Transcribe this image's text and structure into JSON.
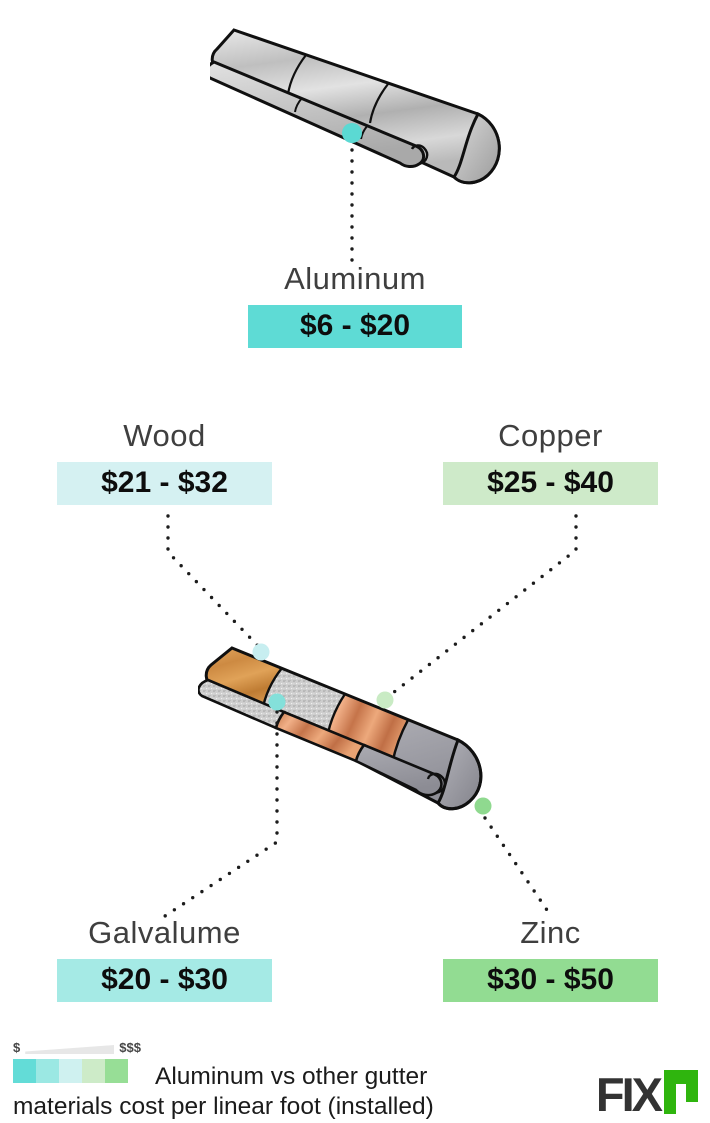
{
  "materials": [
    {
      "id": "aluminum",
      "name": "Aluminum",
      "range": "$6 - $20",
      "color": "#5EDBD5",
      "dot_color": "#5BD9D3"
    },
    {
      "id": "wood",
      "name": "Wood",
      "range": "$21 - $32",
      "color": "#D5F1F2",
      "dot_color": "#C7EEF0"
    },
    {
      "id": "copper",
      "name": "Copper",
      "range": "$25 - $40",
      "color": "#CEEAC9",
      "dot_color": "#C9EBC4"
    },
    {
      "id": "galvalume",
      "name": "Galvalume",
      "range": "$20 - $30",
      "color": "#A5EAE5",
      "dot_color": "#84E0DA"
    },
    {
      "id": "zinc",
      "name": "Zinc",
      "range": "$30 - $50",
      "color": "#92DC92",
      "dot_color": "#8FD98F"
    }
  ],
  "legend": {
    "low_label": "$",
    "high_label": "$$$",
    "swatches": [
      "#63DCD7",
      "#9BE8E3",
      "#CFF1F0",
      "#CDEBC8",
      "#97DE96"
    ]
  },
  "caption": "Aluminum vs other gutter materials cost per linear foot (installed)",
  "logo": {
    "text": "FIX",
    "r_color": "#2FB50E"
  },
  "chart_data": {
    "type": "table",
    "title": "Aluminum vs other gutter materials cost per linear foot (installed)",
    "categories": [
      "Aluminum",
      "Wood",
      "Copper",
      "Galvalume",
      "Zinc"
    ],
    "series": [
      {
        "name": "min cost ($/linear foot installed)",
        "values": [
          6,
          21,
          25,
          20,
          30
        ]
      },
      {
        "name": "max cost ($/linear foot installed)",
        "values": [
          20,
          32,
          40,
          30,
          50
        ]
      }
    ],
    "annotations": [
      "$6 - $20",
      "$21 - $32",
      "$25 - $40",
      "$20 - $30",
      "$30 - $50"
    ],
    "legend_position": "bottom-left",
    "legend_scale": {
      "low": "$",
      "high": "$$$"
    }
  }
}
